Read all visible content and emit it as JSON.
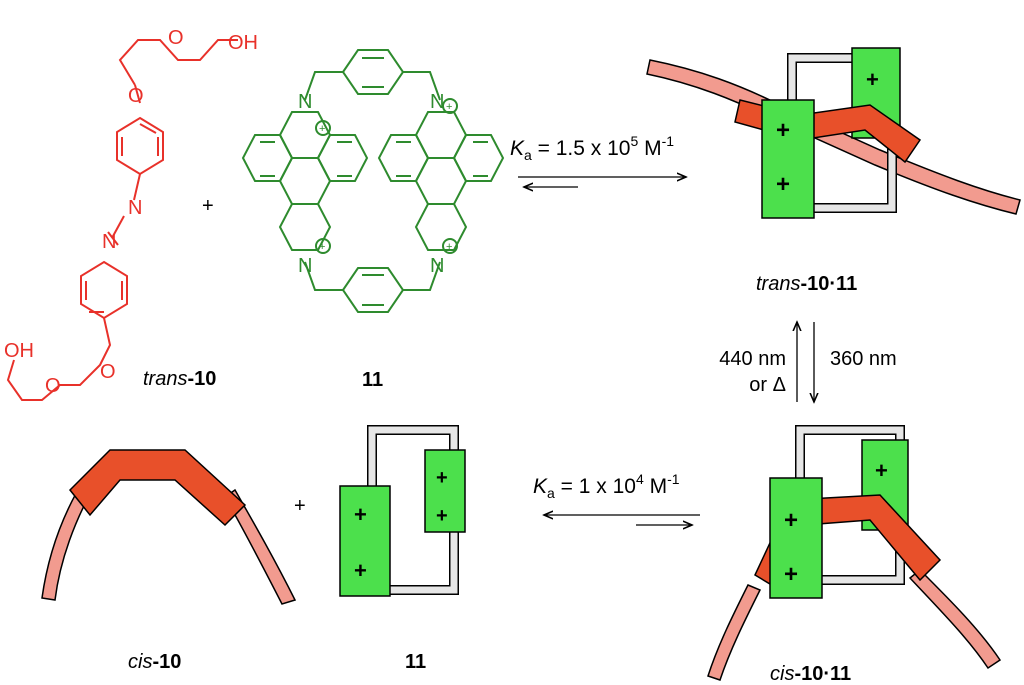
{
  "colors": {
    "azobenzene": "#e8312a",
    "cyclophane": "#2e8b2e",
    "box_green": "#4ce04c",
    "thread_red": "#e8502a",
    "thread_pink": "#f29b8f",
    "frame_grey": "#d8d8d8"
  },
  "structures": {
    "trans10_label_pre": "trans",
    "trans10_label_num": "-10",
    "cyclophane_label": "11",
    "plus": "+",
    "oh_top": "OH",
    "oh_bottom": "OH",
    "o": "O",
    "n": "N",
    "pos_charge": "+"
  },
  "equilibria": {
    "top": {
      "k_sym": "K",
      "k_sub": "a",
      "eq": " = 1.5 x 10",
      "exp": "5",
      "unit": " M",
      "unit_exp": "-1"
    },
    "bottom": {
      "k_sym": "K",
      "k_sub": "a",
      "eq": " = 1 x 10",
      "exp": "4",
      "unit": " M",
      "unit_exp": "-1"
    }
  },
  "photo": {
    "up_line1": "440 nm",
    "up_line2": "or Δ",
    "down": "360 nm"
  },
  "complexes": {
    "trans_pre": "trans",
    "trans_num": "-10",
    "cis_pre": "cis",
    "cis_num": "-10",
    "dot": "·",
    "num11": "11",
    "cis10_label_pre": "cis",
    "cis10_label_num": "-10",
    "label11_bottom": "11",
    "box_plus": "+"
  }
}
